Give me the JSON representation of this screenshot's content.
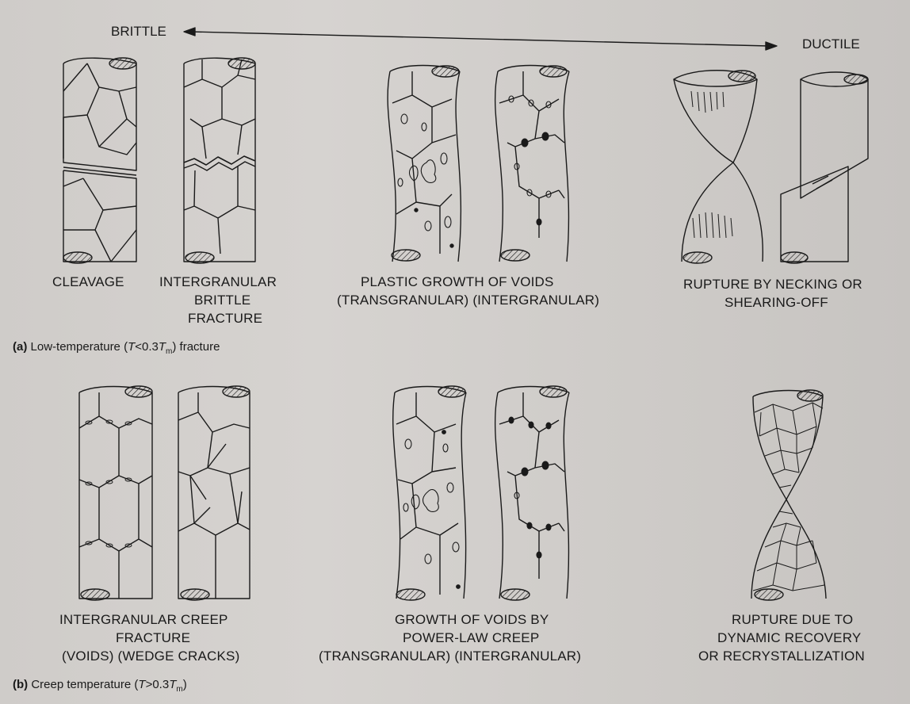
{
  "scale": {
    "brittle": "BRITTLE",
    "ductile": "DUCTILE"
  },
  "panel_a": {
    "caption_label": "(a)",
    "caption_text": "Low-temperature (",
    "caption_var": "T",
    "caption_op": "<0.3",
    "caption_var2": "T",
    "caption_sub": "m",
    "caption_end": ") fracture",
    "labels": {
      "cleavage": "CLEAVAGE",
      "intergranular_line1": "INTERGRANULAR",
      "intergranular_line2": "BRITTLE",
      "intergranular_line3": "FRACTURE",
      "plastic_line1": "PLASTIC GROWTH OF VOIDS",
      "plastic_line2": "(TRANSGRANULAR) (INTERGRANULAR)",
      "rupture_line1": "RUPTURE BY NECKING OR",
      "rupture_line2": "SHEARING-OFF"
    }
  },
  "panel_b": {
    "caption_label": "(b)",
    "caption_text": "Creep temperature (",
    "caption_var": "T",
    "caption_op": ">0.3",
    "caption_var2": "T",
    "caption_sub": "m",
    "caption_end": ")",
    "labels": {
      "creep_line1": "INTERGRANULAR CREEP",
      "creep_line2": "FRACTURE",
      "creep_line3": "(VOIDS) (WEDGE CRACKS)",
      "voids_line1": "GROWTH OF VOIDS BY",
      "voids_line2": "POWER-LAW CREEP",
      "voids_line3": "(TRANSGRANULAR) (INTERGRANULAR)",
      "recovery_line1": "RUPTURE DUE TO",
      "recovery_line2": "DYNAMIC RECOVERY",
      "recovery_line3": "OR RECRYSTALLIZATION"
    }
  },
  "colors": {
    "ink": "#1a1a1a",
    "paper": "#d3d0cd"
  }
}
